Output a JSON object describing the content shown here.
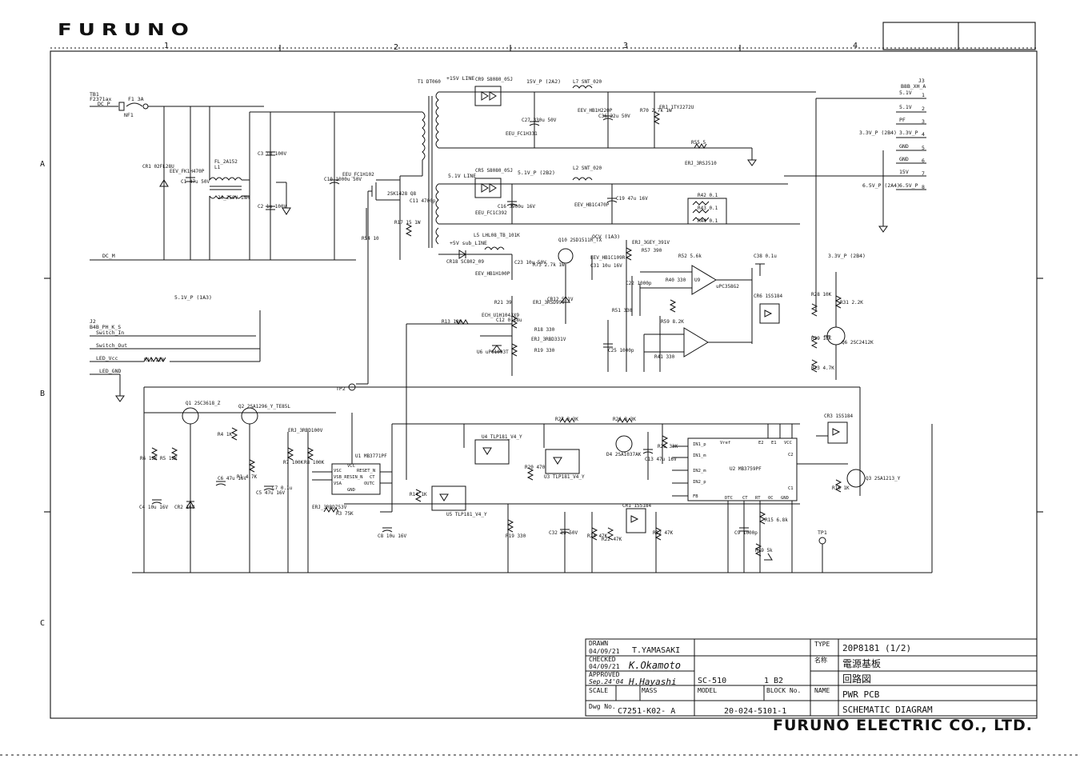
{
  "header": {
    "logo": "FURUNO",
    "columns": [
      "1",
      "2",
      "3",
      "4"
    ],
    "rows": [
      "A",
      "B",
      "C"
    ]
  },
  "title_block": {
    "drawn_label": "DRAWN",
    "drawn_date": "04/09/21",
    "drawn_name": "T.YAMASAKI",
    "checked_label": "CHECKED",
    "checked_date": "04/09/21",
    "checked_name": "K.Okamoto",
    "approved_label": "APPROVED",
    "approved_date": "Sep.24'04",
    "approved_name": "H.Hayashi",
    "scale_label": "SCALE",
    "mass_label": "MASS",
    "dwg_label": "Dwg No.",
    "dwg_no": "C7251-K02- A",
    "model_label": "MODEL",
    "model": "SC-510",
    "block_label": "BLOCK No.",
    "block": "1 B2",
    "doc_no": "20-024-5101-1",
    "type_label": "TYPE",
    "type": "20P8181 (1/2)",
    "name_jp_label": "名称",
    "name_jp": "電源基板",
    "name_jp2": "回路図",
    "name_label": "NAME",
    "name1": "PWR PCB",
    "name2": "SCHEMATIC DIAGRAM"
  },
  "company": "FURUNO ELECTRIC CO., LTD.",
  "connectors": {
    "tb1": [
      "TB1",
      "F2371ax",
      "DC_P",
      "DC_M"
    ],
    "fuse": [
      "F1 3A",
      "NF1"
    ],
    "j2": [
      "J2",
      "B4B_PH_K_S",
      "Switch_In",
      "Switch_Out",
      "LED_Vcc",
      "LED_GND"
    ],
    "j3": [
      "J3",
      "B8B_XH_A"
    ],
    "j3_pins": [
      {
        "net": "5.1V",
        "pin": "1"
      },
      {
        "net": "5.1V",
        "pin": "2"
      },
      {
        "net": "PF",
        "pin": "3"
      },
      {
        "net": "3.3V_P",
        "pin": "4"
      },
      {
        "net": "GND",
        "pin": "5"
      },
      {
        "net": "GND",
        "pin": "6"
      },
      {
        "net": "15V",
        "pin": "7"
      },
      {
        "net": "6.5V_P",
        "pin": "8"
      }
    ]
  },
  "nets": [
    "+15V LINE",
    "15V_P (2A2)",
    "5.1V LINE",
    "5.1V_P (2B2)",
    "+5V sub_LINE",
    "OCV (1A3)",
    "5.1V_P (1A3)",
    "3.3V_P (2B4)",
    "3.3V_P (2B4)",
    "6.5V_P (2A4)",
    "TP1",
    "TP2"
  ],
  "components": [
    "CR1 02FL28U",
    "EEV_FK1H470P",
    "C1 47u 50V",
    "FL_2A152",
    "L1",
    "2A_250V 1mH",
    "C3 1u 100V",
    "C2 1u 100V",
    "C10 1000u 50V",
    "EEU_FC1H102",
    "T1 DT060",
    "2SK1428 Q8",
    "C11 4700p",
    "R17 15 1W",
    "R54 10",
    "CR9 S8080_05J",
    "C27 330u 50V",
    "EEU_FC1H331",
    "L7 SNT_020",
    "EEV_HB1H220P",
    "C36 22u 50V",
    "R70 2.7k 1W",
    "ERJ_1TYJ272U",
    "R55 5",
    "ERJ_3RSJ510",
    "CR5 S8080_05J",
    "C16 3900u 16V",
    "EEU_FC1C392",
    "L2 SNT_020",
    "EEV_HB1C470P",
    "C19 47u 16V",
    "R42 0.1",
    "R43 0.1",
    "R44 0.1",
    "L5 LHL08_TB_101K",
    "CR18 SC802_09",
    "C23 10u 50V",
    "EEV_HB1H100P",
    "Q10 2SD1511R_TX",
    "EEV_HB1C109R",
    "C31 10u 16V",
    "R73 2.7k 1W",
    "CR12 5.1V",
    "ERJ_3GEY_391V",
    "R57 390",
    "R52 5.6k",
    "C38 0.1u",
    "R40 330",
    "C22 1000p",
    "uPC358G2",
    "U9",
    "R51 330",
    "R59 8.2K",
    "C25 1000p",
    "R41 330",
    "CR6 1SS184",
    "R21 39",
    "ERJ_3RSD99V",
    "R18 330",
    "ERJ_3RBD331V",
    "R19 330",
    "C12 0.18u",
    "U6 uPC1093T",
    "ECH_U1H104JX9",
    "R13 100",
    "R11 220",
    "R28 10K",
    "R29 10K",
    "R23 4.7K",
    "R31 2.2K",
    "Q6 2SC2412K",
    "Q1 2SC3618_Z",
    "Q2 2SA1296_Y_TE85L",
    "R6 12K",
    "R5 12K",
    "R4 1K",
    "R1 4.7K",
    "C4 10u 16V",
    "CR2 16V",
    "C6 47u 16V",
    "C5 47u 16V",
    "C7 0.1u",
    "R7 100K",
    "R8 100K",
    "ERJ_3RBD100V",
    "U1 MB3771PF",
    "R3 75K",
    "ERJ_3RBD753V",
    "C8 10u 16V",
    "U4 TLP181_V4_Y",
    "U3 TLP181_V4_Y",
    "U5 TLP181_V4_Y",
    "R27 3.3K",
    "R26 3.3K",
    "R20 470",
    "D4 2SA1037AK",
    "R25 33K",
    "C32 1u 50V",
    "R24 47K",
    "R22 47K",
    "R32 47K",
    "R19 330",
    "R14 1K",
    "CR1 1SS184",
    "CR3 1SS184",
    "U2 MB3759PF",
    "C9 1000p",
    "R15 6.8k",
    "R79 5k",
    "Q3 2SA1213_Y",
    "R16 1K",
    "C13 47u 16V"
  ],
  "ic_pins": {
    "u2": [
      "IN1_p",
      "IN1_m",
      "IN2_m",
      "IN2_p",
      "FB",
      "Vref",
      "E2",
      "E1",
      "VCC",
      "C2",
      "C1",
      "DTC",
      "CT",
      "RT",
      "OC",
      "GND"
    ],
    "u1": [
      "VSC",
      "VSB_RESIN_N",
      "VSA",
      "GND",
      "RESET_N",
      "CT",
      "OUTC",
      "VCC"
    ]
  }
}
